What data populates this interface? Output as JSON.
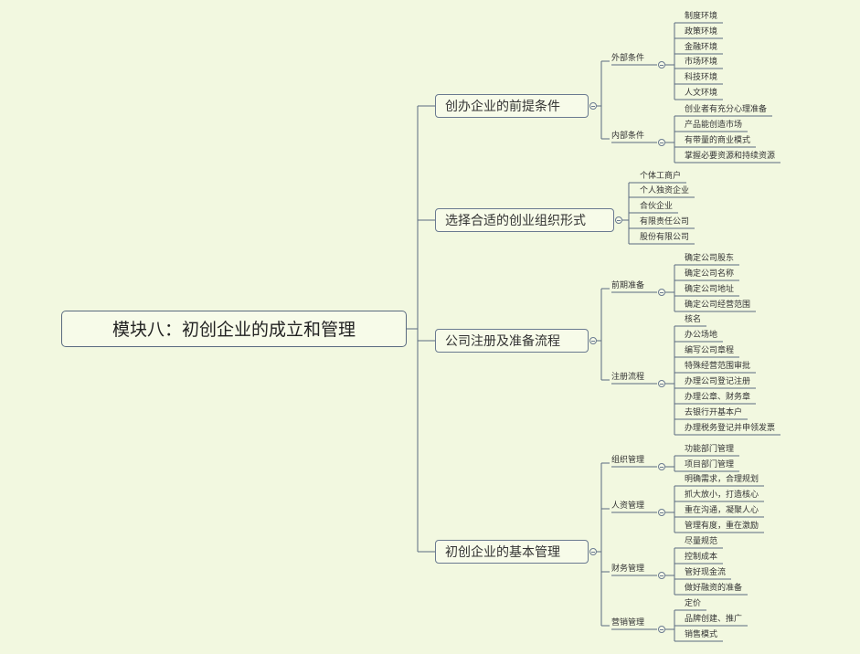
{
  "root": "模块八：初创企业的成立和管理",
  "branches": [
    {
      "label": "创办企业的前提条件",
      "subs": [
        {
          "label": "外部条件",
          "leaves": [
            "制度环境",
            "政策环境",
            "金融环境",
            "市场环境",
            "科技环境",
            "人文环境"
          ]
        },
        {
          "label": "内部条件",
          "leaves": [
            "创业者有充分心理准备",
            "产品能创造市场",
            "有带量的商业模式",
            "掌握必要资源和持续资源"
          ]
        }
      ]
    },
    {
      "label": "选择合适的创业组织形式",
      "leaves": [
        "个体工商户",
        "个人独资企业",
        "合伙企业",
        "有限责任公司",
        "股份有限公司"
      ]
    },
    {
      "label": "公司注册及准备流程",
      "subs": [
        {
          "label": "前期准备",
          "leaves": [
            "确定公司股东",
            "确定公司名称",
            "确定公司地址",
            "确定公司经营范围"
          ]
        },
        {
          "label": "注册流程",
          "leaves": [
            "核名",
            "办公场地",
            "编写公司章程",
            "特殊经营范围审批",
            "办理公司登记注册",
            "办理公章、财务章",
            "去银行开基本户",
            "办理税务登记并申领发票"
          ]
        }
      ]
    },
    {
      "label": "初创企业的基本管理",
      "subs": [
        {
          "label": "组织管理",
          "leaves": [
            "功能部门管理",
            "项目部门管理"
          ]
        },
        {
          "label": "人资管理",
          "leaves": [
            "明确需求，合理规划",
            "抓大放小，打造核心",
            "重在沟通，凝聚人心",
            "管理有度，重在激励"
          ]
        },
        {
          "label": "财务管理",
          "leaves": [
            "尽量规范",
            "控制成本",
            "管好现金流",
            "做好融资的准备"
          ]
        },
        {
          "label": "营销管理",
          "leaves": [
            "定价",
            "品牌创建、推广",
            "销售模式"
          ]
        }
      ]
    }
  ],
  "colors": {
    "background": "#f2f8e0",
    "line": "#5a6a80",
    "text": "#333333"
  }
}
